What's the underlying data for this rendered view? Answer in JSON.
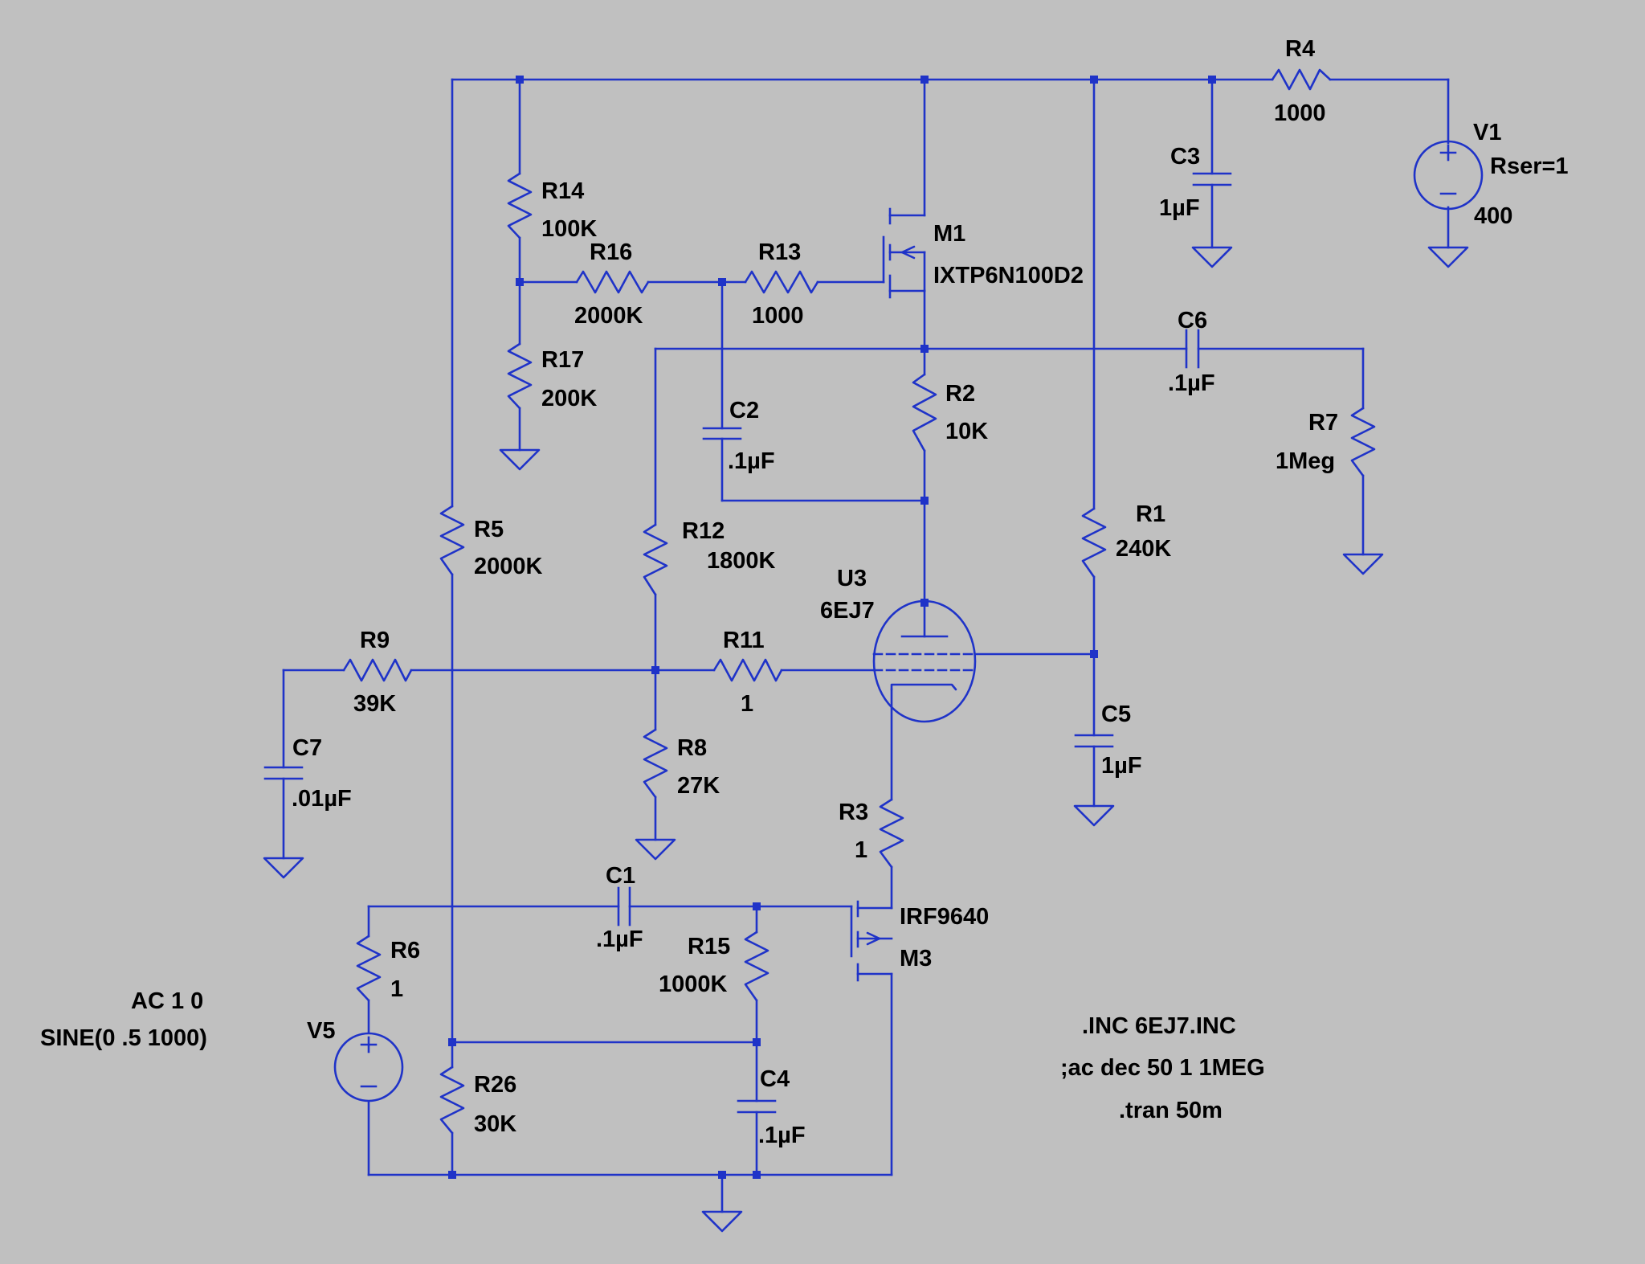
{
  "components": {
    "R1": {
      "name": "R1",
      "value": "240K"
    },
    "R2": {
      "name": "R2",
      "value": "10K"
    },
    "R3": {
      "name": "R3",
      "value": "1"
    },
    "R4": {
      "name": "R4",
      "value": "1000"
    },
    "R5": {
      "name": "R5",
      "value": "2000K"
    },
    "R6": {
      "name": "R6",
      "value": "1"
    },
    "R7": {
      "name": "R7",
      "value": "1Meg"
    },
    "R8": {
      "name": "R8",
      "value": "27K"
    },
    "R9": {
      "name": "R9",
      "value": "39K"
    },
    "R11": {
      "name": "R11",
      "value": "1"
    },
    "R12": {
      "name": "R12",
      "value": "1800K"
    },
    "R13": {
      "name": "R13",
      "value": "1000"
    },
    "R14": {
      "name": "R14",
      "value": "100K"
    },
    "R15": {
      "name": "R15",
      "value": "1000K"
    },
    "R16": {
      "name": "R16",
      "value": "2000K"
    },
    "R17": {
      "name": "R17",
      "value": "200K"
    },
    "R26": {
      "name": "R26",
      "value": "30K"
    },
    "C1": {
      "name": "C1",
      "value": ".1µF"
    },
    "C2": {
      "name": "C2",
      "value": ".1µF"
    },
    "C3": {
      "name": "C3",
      "value": "1µF"
    },
    "C4": {
      "name": "C4",
      "value": ".1µF"
    },
    "C5": {
      "name": "C5",
      "value": "1µF"
    },
    "C6": {
      "name": "C6",
      "value": ".1µF"
    },
    "C7": {
      "name": "C7",
      "value": ".01µF"
    },
    "V1": {
      "name": "V1",
      "value": "400",
      "extra": "Rser=1"
    },
    "V5": {
      "name": "V5",
      "value": "SINE(0 .5 1000)",
      "extra": "AC 1 0"
    },
    "M1": {
      "name": "M1",
      "value": "IXTP6N100D2"
    },
    "M3": {
      "name": "M3",
      "value": "IRF9640"
    },
    "U3": {
      "name": "U3",
      "value": "6EJ7"
    }
  },
  "directives": [
    ".INC 6EJ7.INC",
    ";ac dec 50 1 1MEG",
    ".tran 50m"
  ],
  "colors": {
    "background": "#c0c0c0",
    "wire": "#1f33c8",
    "text": "#000000"
  }
}
